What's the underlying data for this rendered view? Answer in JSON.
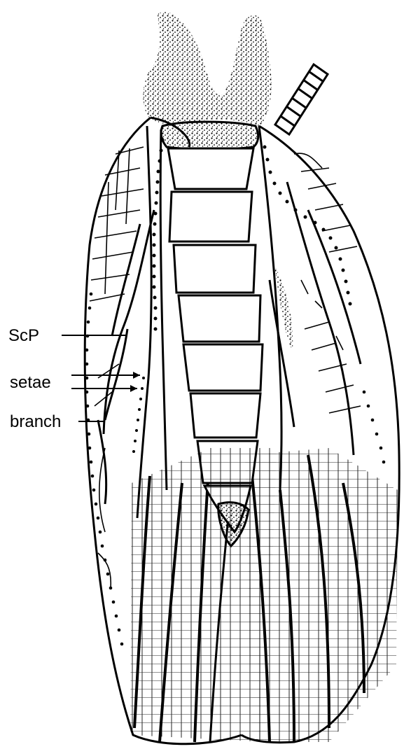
{
  "labels": {
    "scp": "ScP",
    "setae": "setae",
    "branch": "branch"
  },
  "colors": {
    "ink": "#000000",
    "paper": "#ffffff"
  }
}
